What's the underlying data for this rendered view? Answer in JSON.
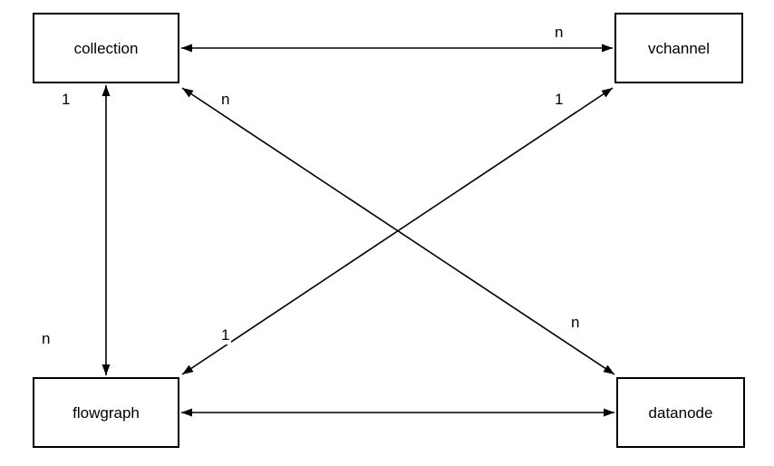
{
  "diagram": {
    "background": "#ffffff",
    "stroke_color": "#000000",
    "text_color": "#000000",
    "nodes": {
      "collection": {
        "label": "collection"
      },
      "vchannel": {
        "label": "vchannel"
      },
      "flowgraph": {
        "label": "flowgraph"
      },
      "datanode": {
        "label": "datanode"
      }
    },
    "edges": {
      "collection_vchannel": {
        "from": "collection",
        "to": "vchannel",
        "arrow": "double",
        "label_at_vchannel": "n"
      },
      "collection_flowgraph": {
        "from": "collection",
        "to": "flowgraph",
        "arrow": "double",
        "label_at_collection": "1",
        "label_at_flowgraph": "n"
      },
      "flowgraph_datanode": {
        "from": "flowgraph",
        "to": "datanode",
        "arrow": "double"
      },
      "collection_datanode": {
        "from": "collection",
        "to": "datanode",
        "arrow": "double",
        "label_at_collection": "n",
        "label_at_datanode": "n"
      },
      "vchannel_flowgraph": {
        "from": "vchannel",
        "to": "flowgraph",
        "arrow": "double",
        "label_at_vchannel": "1",
        "label_at_flowgraph": "1"
      }
    }
  }
}
